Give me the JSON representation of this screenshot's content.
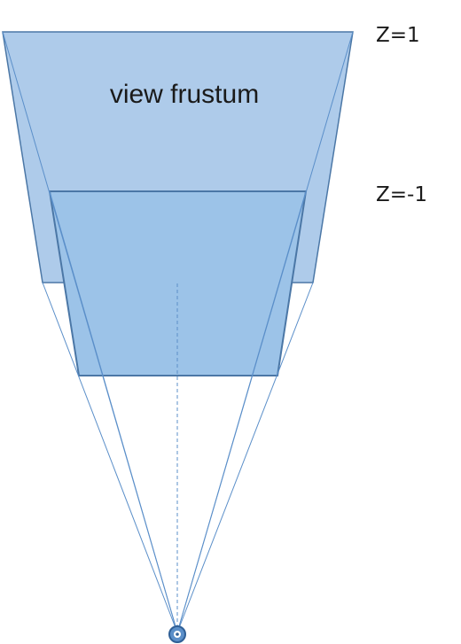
{
  "diagram": {
    "title": "view frustum",
    "far_plane_label": "Z=1",
    "near_plane_label": "Z=-1"
  },
  "colors": {
    "far_fill": "#aecbea",
    "near_fill": "#9cc3e8",
    "stroke": "#4b77a6",
    "ray": "#5b8fc9",
    "eye_fill": "#5b8fc9"
  }
}
